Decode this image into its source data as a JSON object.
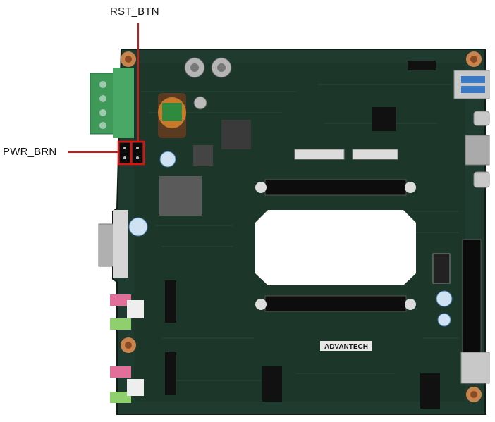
{
  "labels": {
    "rst_btn": "RST_BTN",
    "pwr_btn": "PWR_BRN"
  },
  "board": {
    "brand": "ADVANTECH",
    "colors": {
      "pcb": "#1f3a2f",
      "pcb_dark": "#14281f",
      "callout": "#e01010",
      "connector_green": "#3f9a5a",
      "audio_pink": "#e26f9a",
      "audio_green": "#8fcf6e",
      "usb_blue": "#3a78c8",
      "mount_copper": "#c9834d"
    }
  }
}
